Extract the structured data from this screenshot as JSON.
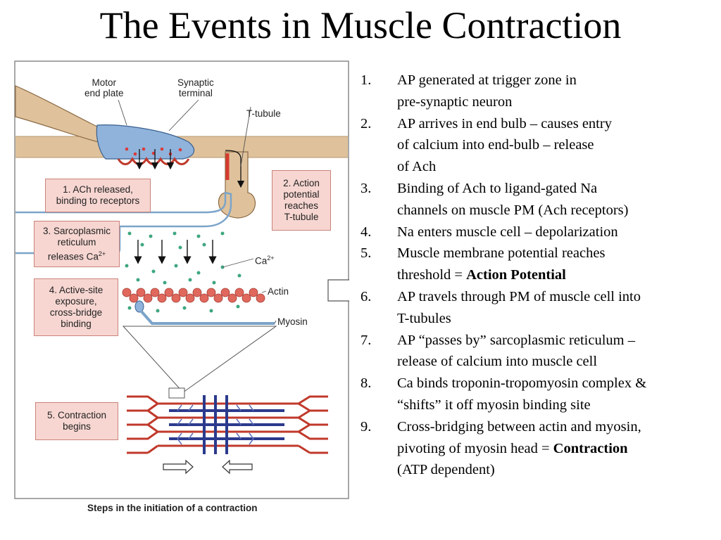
{
  "title": "The Events in Muscle Contraction",
  "figure": {
    "caption": "Steps in the initiation of a contraction",
    "labels": {
      "motor_end_plate": [
        "Motor",
        "end plate"
      ],
      "synaptic_terminal": [
        "Synaptic",
        "terminal"
      ],
      "t_tubule": "T-tubule",
      "calcium": "Ca",
      "calcium_charge": "2+",
      "actin": "Actin",
      "myosin": "Myosin"
    },
    "step_boxes": {
      "step1": [
        "1. ACh released,",
        "binding to receptors"
      ],
      "step2": [
        "2. Action",
        "potential",
        "reaches",
        "T-tubule"
      ],
      "step3_lines": [
        "3. Sarcoplasmic",
        "reticulum"
      ],
      "step3_last": "releases Ca",
      "step3_charge": "2+",
      "step4": [
        "4. Active-site",
        "exposure,",
        "cross-bridge",
        "binding"
      ],
      "step5": [
        "5. Contraction",
        "begins"
      ]
    },
    "colors": {
      "sarcolemma": "#dfc29b",
      "terminal": "#8fb3db",
      "actin": "#e0685d",
      "calcium": "#3fa67f",
      "myosin": "#2b3a8c",
      "box": "#f7d6d1"
    }
  },
  "steps": [
    {
      "num": "1.",
      "lines": [
        [
          "AP generated at trigger zone in"
        ],
        [
          "pre-synaptic neuron"
        ]
      ]
    },
    {
      "num": "2.",
      "lines": [
        [
          "AP arrives in end bulb – causes entry"
        ],
        [
          "of calcium into end-bulb – release"
        ],
        [
          "of Ach"
        ]
      ]
    },
    {
      "num": "3.",
      "lines": [
        [
          "Binding of Ach to ligand-gated Na"
        ],
        [
          "channels on muscle PM (Ach receptors)"
        ]
      ]
    },
    {
      "num": "4.",
      "lines": [
        [
          "Na enters muscle cell – depolarization"
        ]
      ]
    },
    {
      "num": "5.",
      "lines": [
        [
          "Muscle membrane potential reaches"
        ],
        [
          "threshold = ",
          {
            "b": "Action Potential"
          }
        ]
      ]
    },
    {
      "num": "6.",
      "lines": [
        [
          "AP travels through PM of muscle cell into"
        ],
        [
          "T-tubules"
        ]
      ]
    },
    {
      "num": "7.",
      "lines": [
        [
          "AP “passes by” sarcoplasmic reticulum –"
        ],
        [
          "release of calcium into muscle cell"
        ]
      ]
    },
    {
      "num": "8.",
      "lines": [
        [
          "Ca binds troponin-tropomyosin complex &"
        ],
        [
          "“shifts” it off myosin binding site"
        ]
      ]
    },
    {
      "num": "9.",
      "lines": [
        [
          "Cross-bridging between actin and myosin,"
        ],
        [
          "pivoting of myosin head = ",
          {
            "b": "Contraction"
          }
        ],
        [
          "(ATP dependent)"
        ]
      ]
    }
  ]
}
